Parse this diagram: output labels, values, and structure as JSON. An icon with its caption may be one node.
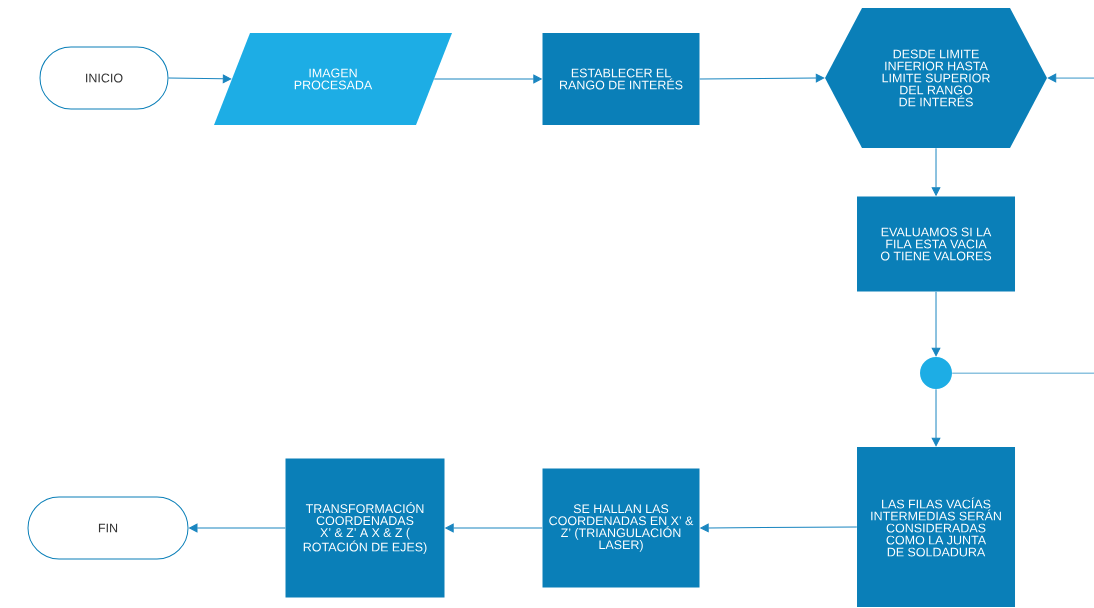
{
  "diagram": {
    "nodes": [
      {
        "text": [
          "INICIO"
        ]
      },
      {
        "text": [
          "IMAGEN PROCESADA"
        ]
      },
      {
        "text": [
          "ESTABLECER EL RANGO DE INTERÉS"
        ]
      },
      {
        "text": [
          "DESDE LIMITE INFERIOR HASTA LIMITE SUPERIOR DEL RANGO DE INTERÉS"
        ]
      },
      {
        "text": [
          "EVALUAMOS SI LA FILA ESTA VACIA O TIENE VALORES"
        ]
      },
      {
        "text": [],
        "shape": "circle"
      },
      {
        "text": [
          "LAS FILAS VACÍAS INTERMEDIAS SERÁN CONSIDERADAS COMO LA JUNTA DE SOLDADURA"
        ]
      },
      {
        "text": [
          "SE HALLAN LAS COORDENADAS EN X’ & Z’ (TRIANGULACIÓN LASER)"
        ]
      },
      {
        "text": [
          "TRANSFORMACIÓN COORDENADAS X’ & Z’ A X & Z ( ROTACIÓN DE EJES)"
        ]
      },
      {
        "text": [
          "FIN"
        ]
      }
    ],
    "edges": [
      {
        "from": 0,
        "to": 1,
        "arrow": "to"
      },
      {
        "from": 1,
        "to": 2,
        "arrow": "to"
      },
      {
        "from": 2,
        "to": 3,
        "arrow": "to"
      },
      {
        "from": 3,
        "to": 4,
        "arrow": "to"
      },
      {
        "from": 4,
        "to": 5,
        "arrow": "to"
      },
      {
        "from": 5,
        "to": 6,
        "arrow": "to"
      },
      {
        "from": 6,
        "to": 7,
        "arrow": "to"
      },
      {
        "from": 7,
        "to": 8,
        "arrow": "to"
      },
      {
        "from": 8,
        "to": 9,
        "arrow": "to"
      },
      {
        "from": 5,
        "to": null,
        "arrow": "none"
      },
      {
        "from": null,
        "to": 3,
        "arrow": "to"
      }
    ]
  }
}
